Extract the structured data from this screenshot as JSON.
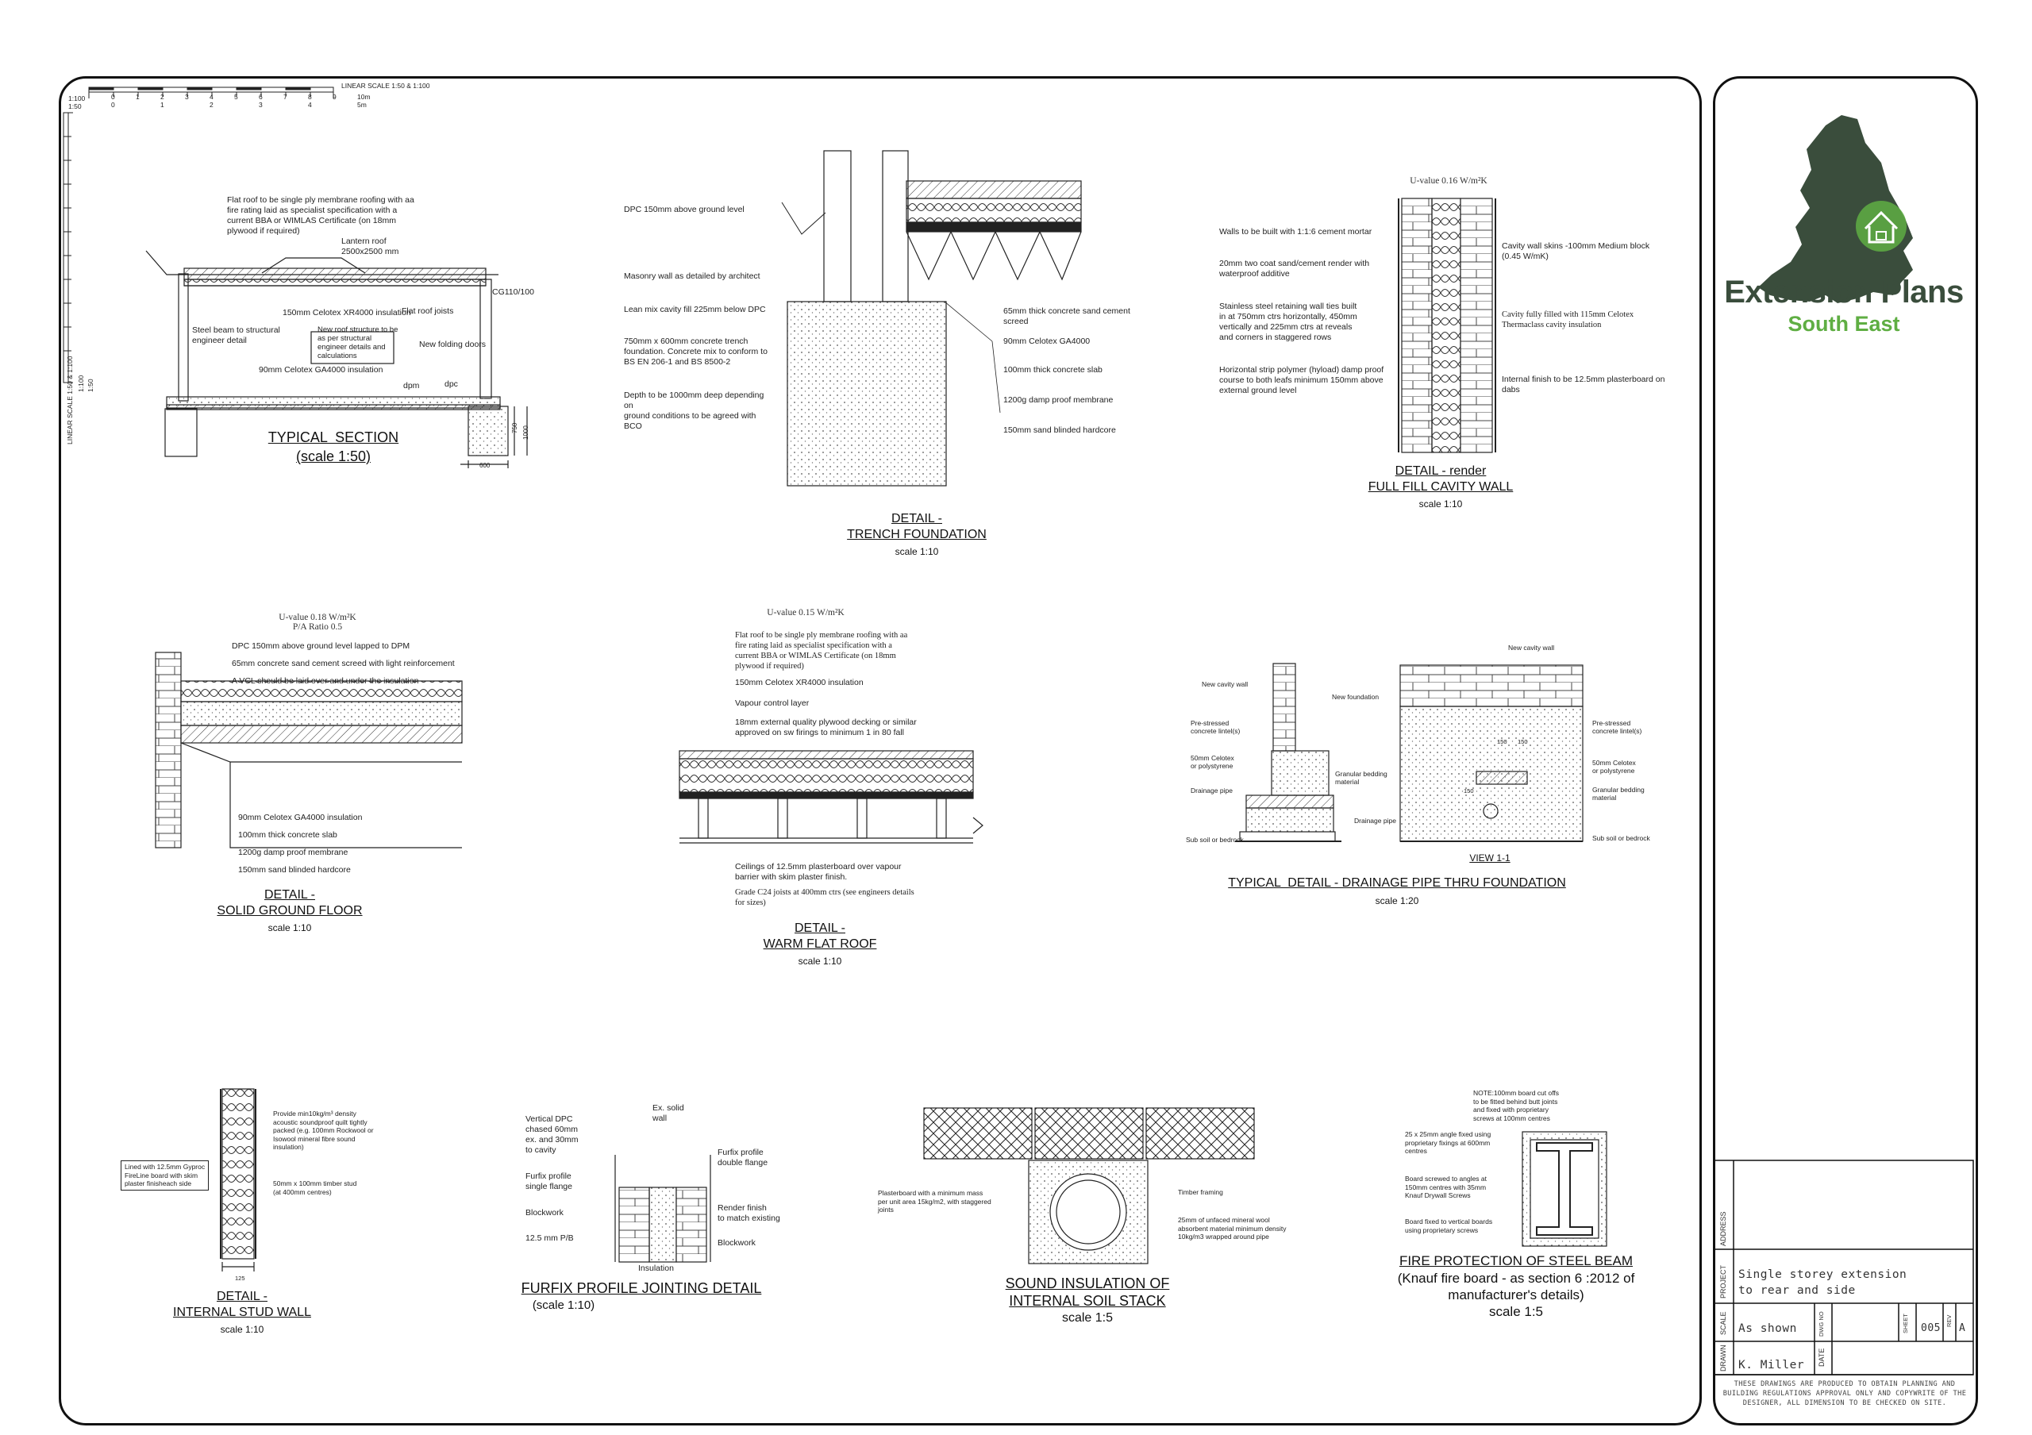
{
  "scale_bar": {
    "title": "LINEAR SCALE 1:50 & 1:100",
    "row1_label": "1:100",
    "row2_label": "1:50",
    "row1_ticks": [
      "0",
      "1",
      "2",
      "3",
      "4",
      "5",
      "6",
      "7",
      "8",
      "9",
      "10m"
    ],
    "row2_ticks": [
      "0",
      "1",
      "2",
      "3",
      "4",
      "5m"
    ],
    "vertical_title": "LINEAR SCALE 1:50 & 1:100",
    "vertical_row1": "1:100",
    "vertical_row2": "1:50"
  },
  "typical_section": {
    "title": "TYPICAL  SECTION",
    "scale": "(scale 1:50)",
    "labels": {
      "flat_roof": "Flat roof to be single ply membrane roofing with aa\nfire rating laid as specialist specification with a\ncurrent BBA or WIMLAS Certificate (on 18mm\nplywood if required)",
      "lantern": "Lantern roof\n2500x2500 mm",
      "celotex": "150mm Celotex XR4000 insulation",
      "joists": "Flat roof joists",
      "cg": "CG110/100",
      "steel": "Steel beam to structural\nengineer detail",
      "new_roof": "New roof structure to be\nas per structural\nengineer details and\ncalculations",
      "folding": "New folding doors",
      "floor_ins": "90mm Celotex GA4000 insulation",
      "dpm": "dpm",
      "dpc": "dpc",
      "dim_600": "600",
      "dim_750": "750",
      "dim_1000": "1000"
    }
  },
  "trench": {
    "title": "DETAIL -\nTRENCH FOUNDATION",
    "scale": "scale 1:10",
    "labels": {
      "dpc": "DPC 150mm above ground level",
      "masonry": "Masonry wall as detailed by architect",
      "lean": "Lean mix cavity fill 225mm below DPC",
      "trench": "750mm x 600mm concrete trench\nfoundation. Concrete mix to conform to\nBS EN 206-1 and BS 8500-2",
      "depth": "Depth to be 1000mm deep depending\non\nground conditions to be agreed with\nBCO",
      "screed": "65mm thick concrete sand cement\nscreed",
      "celotex": "90mm Celotex GA4000",
      "slab": "100mm thick concrete slab",
      "dpm": "1200g damp proof membrane",
      "hardcore": "150mm sand blinded hardcore"
    }
  },
  "cavity_wall": {
    "uvalue": "U-value 0.16 W/m²K",
    "title": "DETAIL - render\nFULL FILL CAVITY WALL",
    "scale": "scale 1:10",
    "labels": {
      "mortar": "Walls to be built with 1:1:6 cement mortar",
      "render": "20mm two coat sand/cement render with\nwaterproof additive",
      "ties": "Stainless steel retaining wall ties built\nin at 750mm ctrs horizontally, 450mm\nvertically and 225mm ctrs at reveals\nand corners in staggered rows",
      "dpc": "Horizontal strip polymer (hyload) damp proof\ncourse to both leafs minimum 150mm above\nexternal ground level",
      "skins": "Cavity wall skins -100mm Medium block\n(0.45 W/mK)",
      "fill": "Cavity fully filled with 115mm Celotex\nThermaclass cavity insulation",
      "finish": "Internal finish to be 12.5mm plasterboard on\ndabs"
    }
  },
  "ground_floor": {
    "uvalue": "U-value 0.18 W/m²K\nP/A Ratio 0.5",
    "title": "DETAIL -\nSOLID GROUND FLOOR",
    "scale": "scale 1:10",
    "labels": {
      "dpc": "DPC 150mm above ground level lapped to DPM",
      "screed": "65mm concrete sand cement screed with light reinforcement",
      "vcl": "A VCL should be laid over and under the insulation",
      "celotex": "90mm Celotex GA4000 insulation",
      "slab": "100mm thick concrete slab",
      "dpm": "1200g damp proof membrane",
      "hardcore": "150mm sand blinded hardcore"
    }
  },
  "flat_roof": {
    "uvalue": "U-value 0.15 W/m²K",
    "title": "DETAIL -\nWARM FLAT ROOF",
    "scale": "scale 1:10",
    "labels": {
      "membrane": "Flat roof to be single ply membrane roofing with aa\nfire rating laid as specialist specification with a\ncurrent BBA or WIMLAS Certificate (on 18mm\nplywood if required)",
      "celotex": "150mm Celotex XR4000 insulation",
      "vcl": "Vapour control layer",
      "plywood": "18mm external quality plywood decking or similar\napproved on sw firings to minimum 1 in 80 fall",
      "ceiling": "Ceilings of 12.5mm plasterboard over vapour\nbarrier with skim plaster finish.",
      "joists": "Grade C24 joists at 400mm ctrs (see engineers details\nfor sizes)"
    }
  },
  "drainage": {
    "title": "TYPICAL  DETAIL - DRAINAGE PIPE THRU FOUNDATION",
    "scale": "scale 1:20",
    "view": "VIEW 1-1",
    "labels": {
      "new_cavity_left": "New cavity wall",
      "new_cavity_right": "New cavity wall",
      "new_foundation": "New foundation",
      "lintel_left": "Pre-stressed\nconcrete lintel(s)",
      "lintel_right": "Pre-stressed\nconcrete lintel(s)",
      "celotex_left": "50mm Celotex\nor polystyrene",
      "celotex_right": "50mm Celotex\nor polystyrene",
      "bedding_left": "Granular bedding\nmaterial",
      "bedding_right": "Granular bedding\nmaterial",
      "pipe_left": "Drainage pipe",
      "pipe_mid": "Drainage pipe",
      "subsoil_left": "Sub soil or bedrock",
      "subsoil_right": "Sub soil or bedrock",
      "dim_150a": "150",
      "dim_150b": "150",
      "dim_150c": "150"
    }
  },
  "stud_wall": {
    "title": "DETAIL -\nINTERNAL STUD WALL",
    "scale": "scale 1:10",
    "labels": {
      "quilt": "Provide min10kg/m³ density\nacoustic soundproof quilt tightly\npacked (e.g. 100mm Rockwool or\nIsowool mineral fibre sound\ninsulation)",
      "stud": "50mm x 100mm timber stud\n(at 400mm centres)",
      "lined": "Lined with 12.5mm Gyproc\nFireLine board with skim\nplaster finisheach side",
      "dim": "125"
    }
  },
  "furfix": {
    "title": "FURFIX PROFILE JOINTING DETAIL",
    "scale": "(scale 1:10)",
    "labels": {
      "vdpc": "Vertical DPC\nchased 60mm\nex. and 30mm\nto cavity",
      "exsolid": "Ex. solid\nwall",
      "single": "Furfix profile\nsingle flange",
      "double": "Furfix profile\ndouble flange",
      "block_left": "Blockwork",
      "block_right": "Blockwork",
      "pb": "12.5 mm P/B",
      "render": "Render finish\nto match existing",
      "insulation": "Insulation"
    }
  },
  "soil_stack": {
    "title": "SOUND INSULATION OF\nINTERNAL SOIL STACK",
    "scale": "scale 1:5",
    "labels": {
      "plasterboard": "Plasterboard with a minimum mass\nper unit area 15kg/m2, with staggered\njoints",
      "timber": "Timber framing",
      "wool": "25mm of unfaced mineral wool\nabsorbent material minimum density\n10kg/m3 wrapped around pipe"
    }
  },
  "steel_beam": {
    "title": "FIRE PROTECTION OF STEEL BEAM",
    "subtitle": "(Knauf fire board - as section 6 :2012 of\nmanufacturer's details)",
    "scale": "scale 1:5",
    "labels": {
      "note": "NOTE:100mm board cut offs\nto be fitted behind butt joints\nand fixed with proprietary\nscrews at 100mm centres",
      "angle": "25 x 25mm angle fixed using\nproprietary fixings at 600mm\ncentres",
      "board1": "Board screwed to angles at\n150mm centres with 35mm\nKnauf Drywall Screws",
      "board2": "Board fixed to vertical boards\nusing proprietary screws"
    }
  },
  "brand": {
    "name": "Extension Plans",
    "region": "South East",
    "map_color": "#3a4d3c",
    "accent_color": "#5fae43"
  },
  "title_block": {
    "address_label": "ADDRESS",
    "project_label": "PROJECT",
    "project_value": "Single storey extension\nto rear and side",
    "scale_label": "SCALE",
    "scale_value": "As shown",
    "dwg_label": "DWG NO",
    "sheet_label": "SHEET",
    "sheet_value": "005",
    "rev_label": "REV",
    "rev_value": "A",
    "drawn_label": "DRAWN",
    "drawn_value": "K. Miller",
    "date_label": "DATE",
    "disclaimer": "THESE DRAWINGS ARE PRODUCED TO OBTAIN PLANNING AND BUILDING REGULATIONS APPROVAL ONLY AND COPYWRITE OF THE DESIGNER, ALL DIMENSION TO BE CHECKED ON SITE."
  }
}
